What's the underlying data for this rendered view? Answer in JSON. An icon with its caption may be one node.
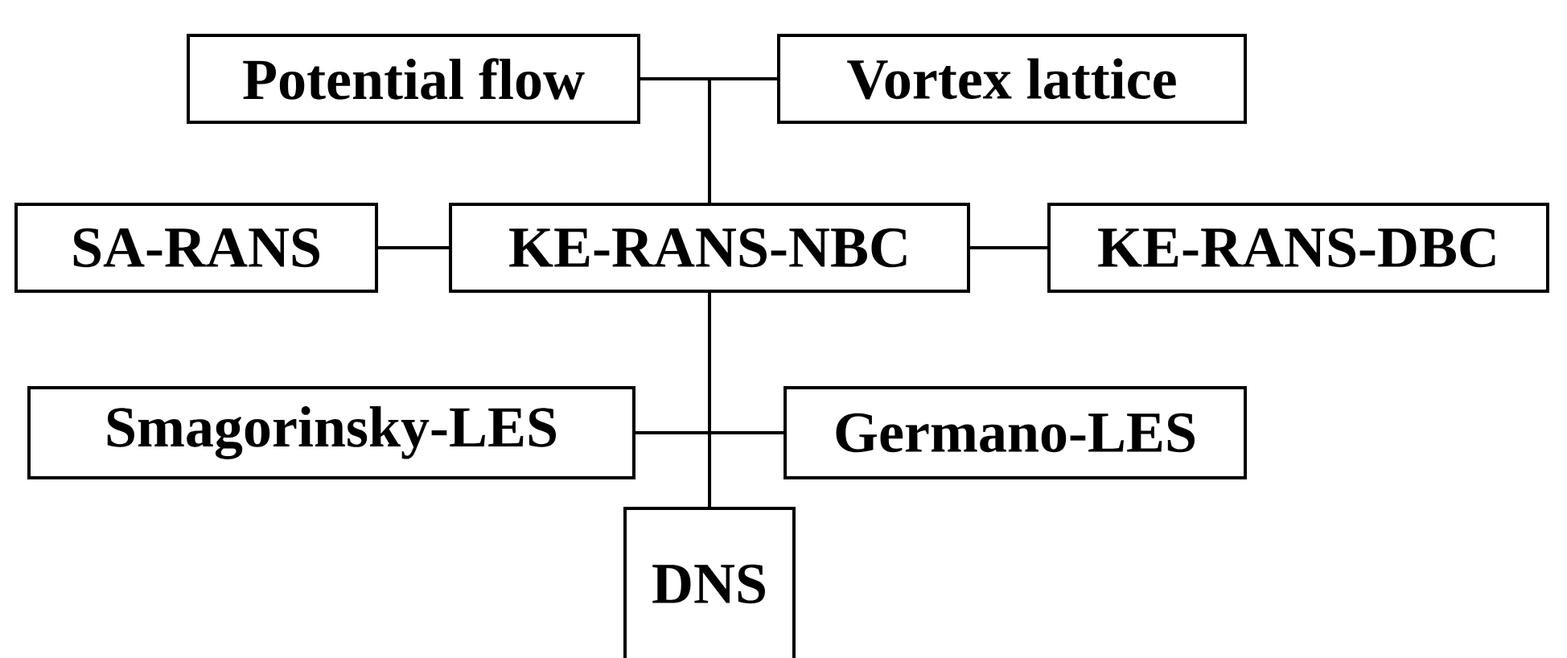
{
  "diagram": {
    "nodes": [
      {
        "text": [
          "Potential flow"
        ]
      },
      {
        "text": [
          "Vortex lattice"
        ]
      },
      {
        "text": [
          "SA-RANS"
        ]
      },
      {
        "text": [
          "KE-RANS-NBC"
        ]
      },
      {
        "text": [
          "KE-RANS-DBC"
        ]
      },
      {
        "text": [
          "Smagorinsky-LES"
        ]
      },
      {
        "text": [
          "Germano-LES"
        ]
      },
      {
        "text": [
          "DNS"
        ]
      }
    ],
    "edges": [
      {
        "from": 0,
        "to": 3,
        "arrow": "none"
      },
      {
        "from": 1,
        "to": 3,
        "arrow": "none"
      },
      {
        "from": 2,
        "to": 3,
        "arrow": "none"
      },
      {
        "from": 3,
        "to": 4,
        "arrow": "none"
      },
      {
        "from": 3,
        "to": 7,
        "arrow": "none"
      },
      {
        "from": 5,
        "to": 7,
        "arrow": "none"
      },
      {
        "from": 6,
        "to": 7,
        "arrow": "none"
      }
    ]
  }
}
